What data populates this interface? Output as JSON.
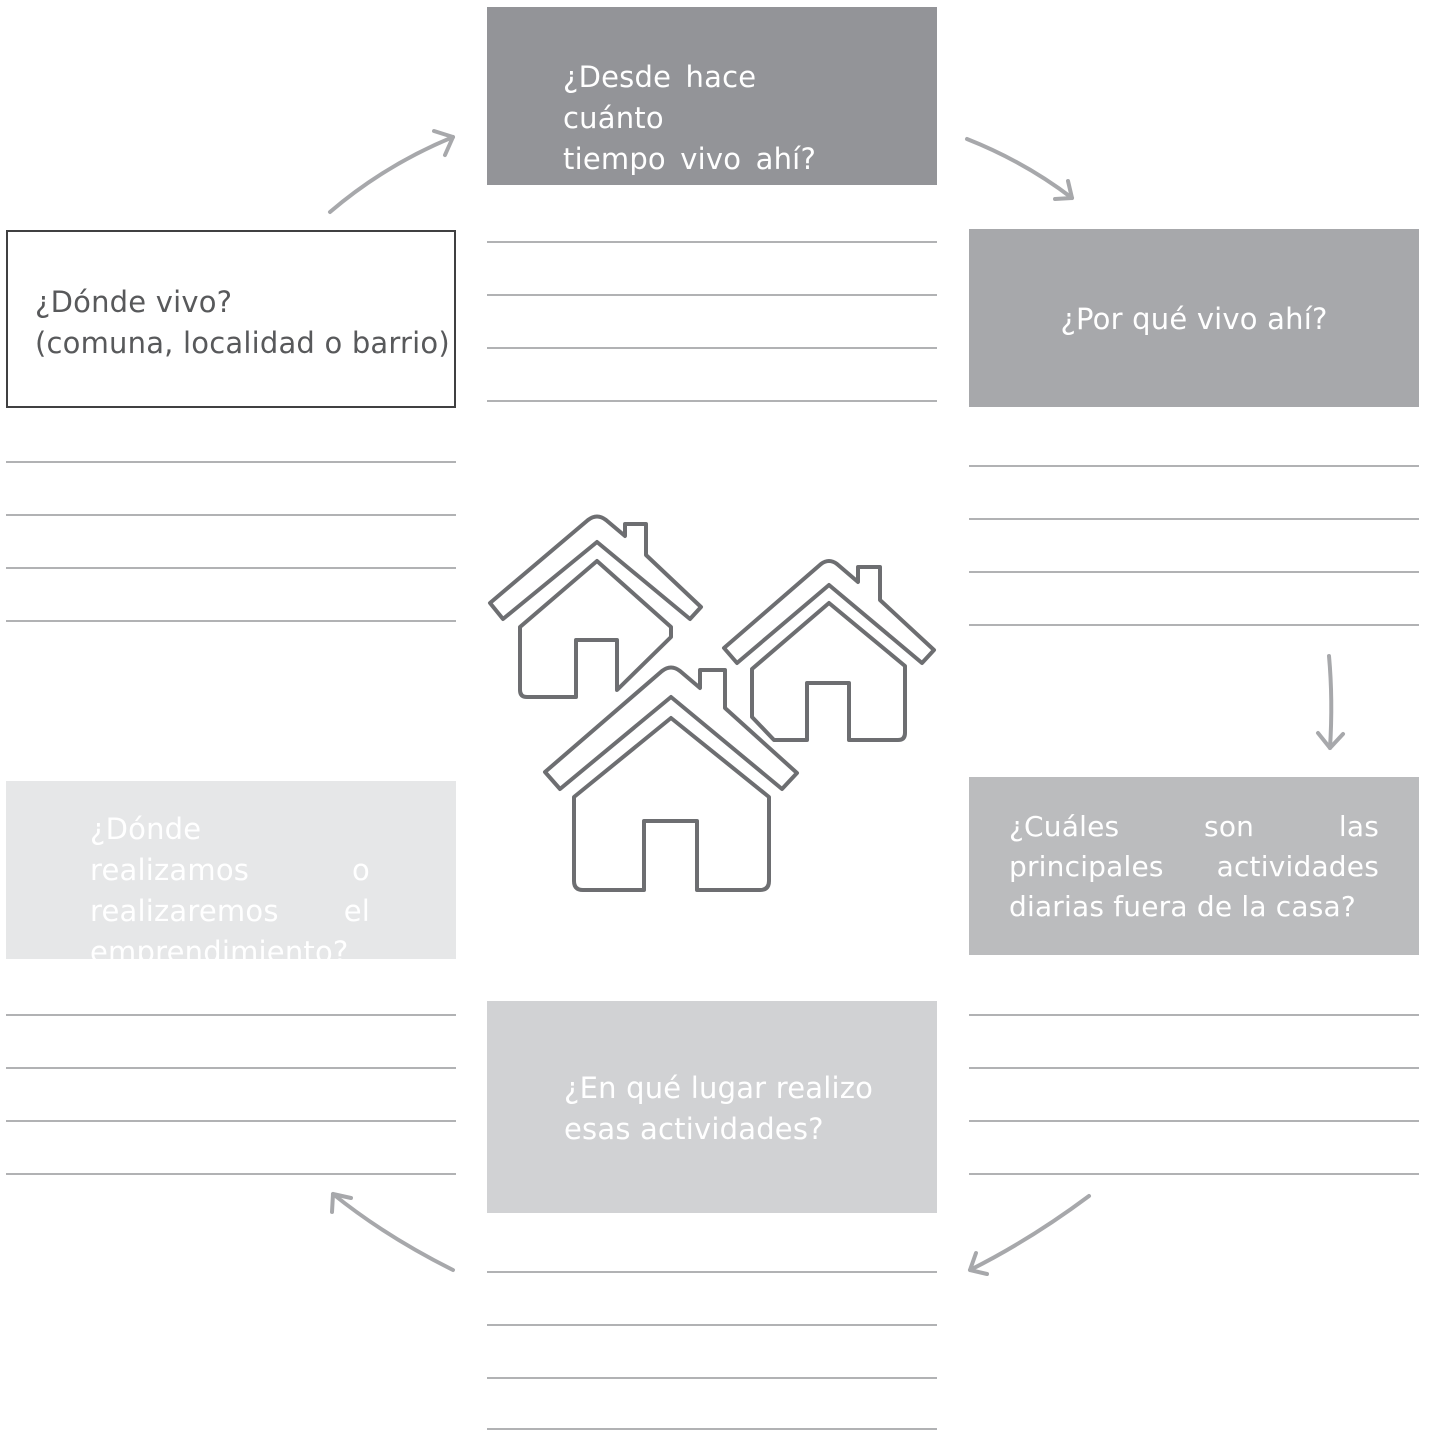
{
  "diagram": {
    "boxes": [
      {
        "id": "donde-vivo",
        "text": "¿Dónde vivo?\n(comuna, localidad o barrio)",
        "fill": "#ffffff",
        "border": "#404041",
        "text_color": "#58595b"
      },
      {
        "id": "desde-cuando",
        "text": "¿Desde hace cuánto\ntiempo vivo ahí?",
        "fill": "#939498",
        "text_color": "#ffffff"
      },
      {
        "id": "por-que",
        "text": "¿Por qué vivo ahí?",
        "fill": "#a7a8ab",
        "text_color": "#ffffff"
      },
      {
        "id": "actividades",
        "text": "¿Cuáles son las principales actividades diarias fuera de la casa?",
        "fill": "#bbbcbe",
        "text_color": "#ffffff"
      },
      {
        "id": "lugar",
        "text": "¿En qué lugar realizo\nesas actividades?",
        "fill": "#d1d2d4",
        "text_color": "#ffffff"
      },
      {
        "id": "emprendimiento",
        "text": "¿Dónde realizamos o realizaremos el emprendimiento?",
        "fill": "#e6e7e8",
        "text_color": "#ffffff"
      }
    ],
    "answer_lines_per_box": 4,
    "line_color": "#b1b2b4",
    "arrow_color": "#a7a8ab",
    "center_icon": "houses-icon",
    "icon_color": "#6d6e71"
  }
}
